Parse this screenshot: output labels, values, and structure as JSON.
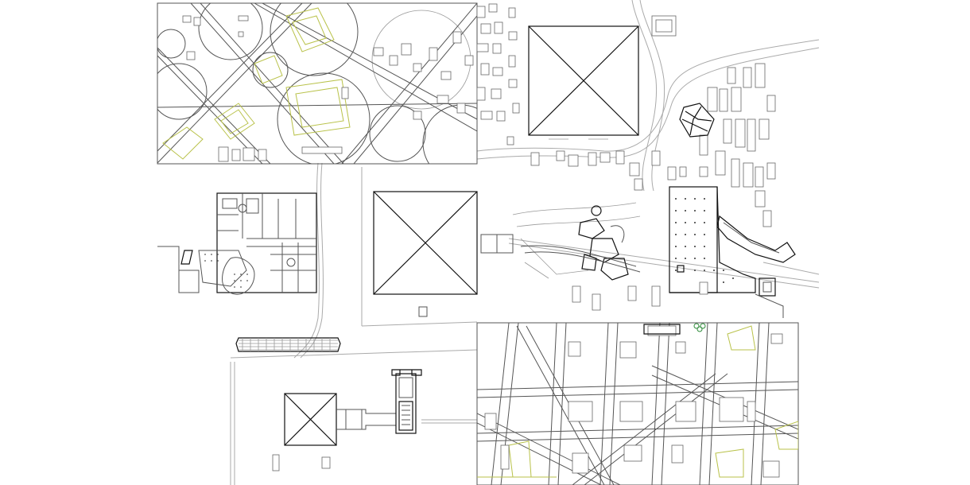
{
  "figure": {
    "kind": "urban site plan (line drawing, no printed text)",
    "palette": {
      "background": "#ffffff",
      "linework": "#555555",
      "heavy_linework": "#111111",
      "light_linework": "#9a9a9a",
      "vegetation": "#b9c24a",
      "trees": "#2e8b3a"
    },
    "elements": [
      "pyramid-large-north",
      "pyramid-central",
      "pyramid-small-south",
      "city-grid-fragment-northwest",
      "city-grid-fragment-southeast",
      "courtyard-block-west",
      "plaza-complex-east",
      "temple-precinct-south"
    ]
  }
}
